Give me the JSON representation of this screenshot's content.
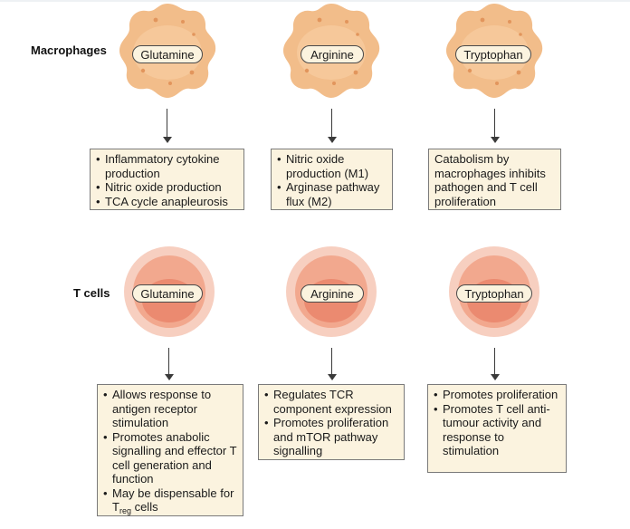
{
  "row_labels": {
    "macrophages": "Macrophages",
    "t_cells": "T cells"
  },
  "colors": {
    "macrophage_fill": "#f2bd8a",
    "macrophage_inner": "#f6c89a",
    "macrophage_dots": "#e2955c",
    "tcell_outer": "#f7cfc0",
    "tcell_mid": "#f2a88e",
    "tcell_core": "#eb8a70",
    "label_fill": "#fbf3df",
    "box_fill": "#fbf3df",
    "arrow": "#3a3a3a"
  },
  "macrophages": [
    {
      "nutrient": "Glutamine",
      "bullets": [
        "Inflammatory cytokine production",
        "Nitric oxide production",
        "TCA cycle anapleurosis"
      ]
    },
    {
      "nutrient": "Arginine",
      "bullets": [
        "Nitric oxide production  (M1)",
        "Arginase pathway flux (M2)"
      ]
    },
    {
      "nutrient": "Tryptophan",
      "text": "Catabolism by macrophages inhibits pathogen and T cell proliferation"
    }
  ],
  "t_cells": [
    {
      "nutrient": "Glutamine",
      "bullets": [
        "Allows response to antigen receptor stimulation",
        "Promotes anabolic signalling and effector T cell generation and function"
      ],
      "last_bullet": {
        "prefix": "May be dispensable for T",
        "sub": "reg",
        "suffix": " cells"
      }
    },
    {
      "nutrient": "Arginine",
      "bullets": [
        "Regulates TCR component expression",
        "Promotes proliferation and mTOR pathway signalling"
      ]
    },
    {
      "nutrient": "Tryptophan",
      "bullets": [
        "Promotes proliferation",
        "Promotes T cell anti-tumour activity and response to stimulation"
      ]
    }
  ]
}
